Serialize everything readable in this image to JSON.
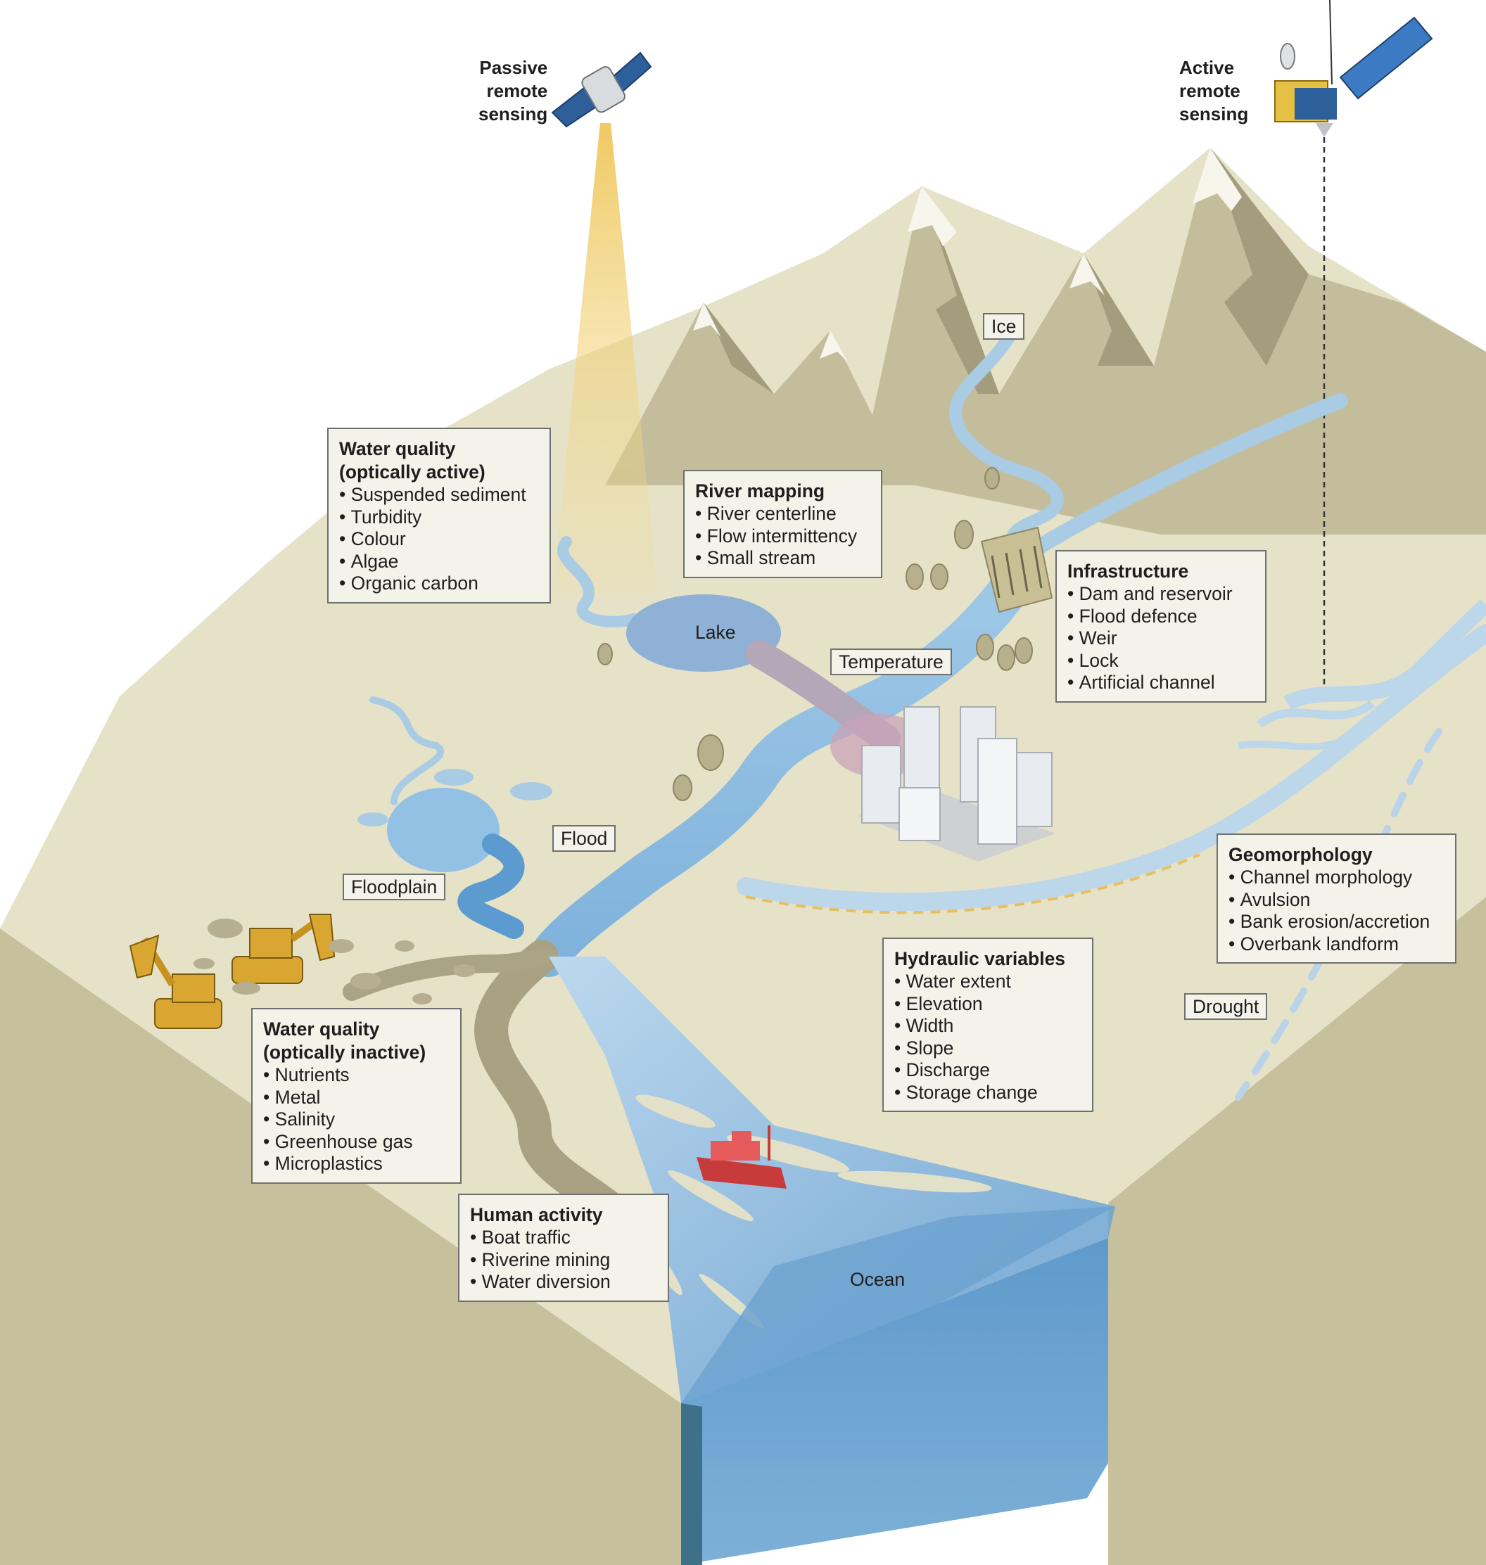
{
  "satellites": {
    "passive": {
      "lines": [
        "Passive",
        "remote",
        "sensing"
      ]
    },
    "active": {
      "lines": [
        "Active",
        "remote",
        "sensing"
      ]
    }
  },
  "labels": {
    "ice": "Ice",
    "lake": "Lake",
    "temperature": "Temperature",
    "flood": "Flood",
    "floodplain": "Floodplain",
    "drought": "Drought",
    "ocean": "Ocean"
  },
  "boxes": {
    "water_quality_active": {
      "title_lines": [
        "Water quality",
        "(optically active)"
      ],
      "items": [
        "Suspended sediment",
        "Turbidity",
        "Colour",
        "Algae",
        "Organic carbon"
      ]
    },
    "river_mapping": {
      "title_lines": [
        "River mapping"
      ],
      "items": [
        "River centerline",
        "Flow intermittency",
        "Small stream"
      ]
    },
    "infrastructure": {
      "title_lines": [
        "Infrastructure"
      ],
      "items": [
        "Dam and reservoir",
        "Flood defence",
        "Weir",
        "Lock",
        "Artificial channel"
      ]
    },
    "geomorphology": {
      "title_lines": [
        "Geomorphology"
      ],
      "items": [
        "Channel morphology",
        "Avulsion",
        "Bank erosion/accretion",
        "Overbank landform"
      ]
    },
    "hydraulic_variables": {
      "title_lines": [
        "Hydraulic variables"
      ],
      "items": [
        "Water extent",
        "Elevation",
        "Width",
        "Slope",
        "Discharge",
        "Storage change"
      ]
    },
    "water_quality_inactive": {
      "title_lines": [
        "Water quality",
        "(optically inactive)"
      ],
      "items": [
        "Nutrients",
        "Metal",
        "Salinity",
        "Greenhouse gas",
        "Microplastics"
      ]
    },
    "human_activity": {
      "title_lines": [
        "Human activity"
      ],
      "items": [
        "Boat traffic",
        "Riverine mining",
        "Water diversion"
      ]
    }
  }
}
